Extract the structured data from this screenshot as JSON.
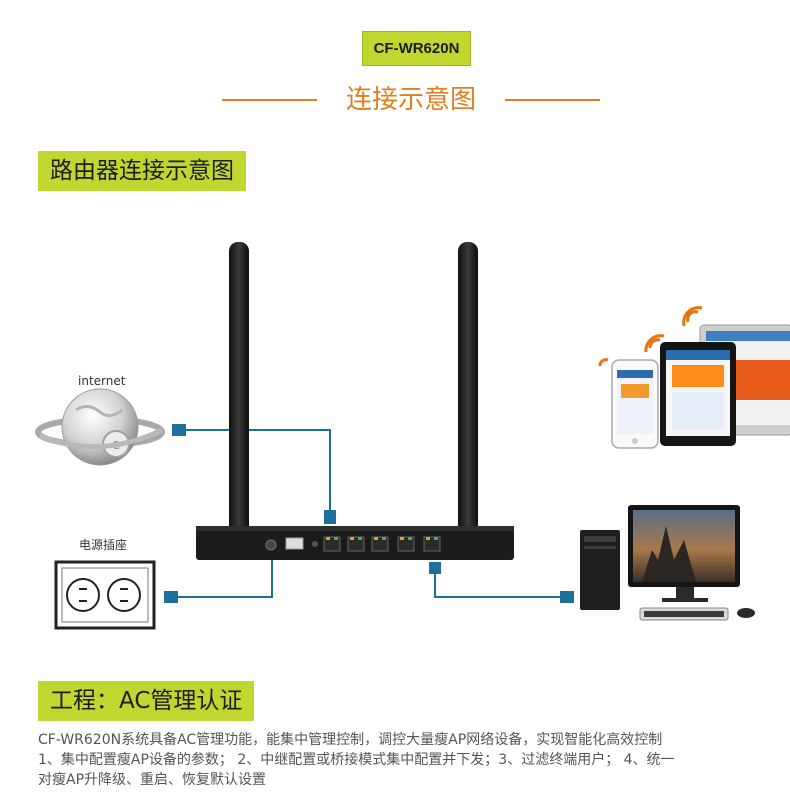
{
  "badge": {
    "model": "CF-WR620N"
  },
  "title": {
    "main": "连接示意图"
  },
  "section1": {
    "title": "路由器连接示意图"
  },
  "diagram": {
    "internet_label": "internet",
    "power_label": "电源插座"
  },
  "section2": {
    "title": "工程：AC管理认证"
  },
  "description": {
    "lines": [
      "CF-WR620N系统具备AC管理功能，能集中管理控制，调控大量瘦AP网络设备，实现智能化高效控制",
      "1、集中配置瘦AP设备的参数；  2、中继配置或桥接模式集中配置并下发；3、过滤终端用户；  4、统一",
      "对瘦AP升降级、重启、恢复默认设置"
    ]
  },
  "colors": {
    "accent_green": "#c1d62e",
    "title_orange": "#e07f1f",
    "cable_blue": "#1d6f9c"
  }
}
